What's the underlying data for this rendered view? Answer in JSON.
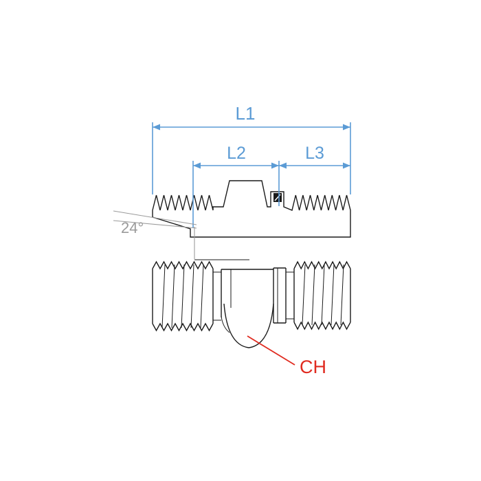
{
  "colors": {
    "dimension": "#5b9bd5",
    "drawing": "#1a1a1a",
    "angle_annotation": "#9a9a9a",
    "ch_annotation": "#e02b20",
    "background": "#ffffff"
  },
  "dimensions": {
    "l1": {
      "label": "L1"
    },
    "l2": {
      "label": "L2"
    },
    "l3": {
      "label": "L3"
    }
  },
  "annotations": {
    "cone_angle": {
      "label": "24°"
    },
    "hex_wrench_size": {
      "label": "CH"
    }
  }
}
